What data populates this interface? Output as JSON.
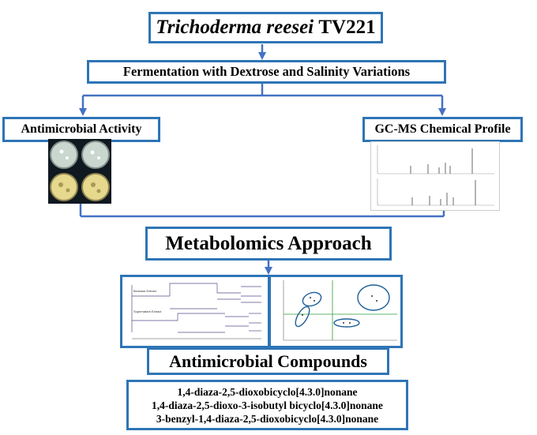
{
  "flow": {
    "title": {
      "species": "Trichoderma reesei",
      "strain": "TV221"
    },
    "fermentation": "Fermentation with Dextrose and Salinity Variations",
    "antimicrobial_activity": "Antimicrobial Activity",
    "gcms": "GC-MS Chemical Profile",
    "metabolomics": "Metabolomics Approach",
    "compounds_title": "Antimicrobial Compounds",
    "compounds": [
      "1,4-diaza-2,5-dioxobicyclo[4.3.0]nonane",
      "1,4-diaza-2,5-dioxo-3-isobutyl bicyclo[4.3.0]nonane",
      "3-benzyl-1,4-diaza-2,5-dioxobicyclo[4.3.0]nonane"
    ]
  },
  "dendrogram": {
    "group_top": "Biomass Extract",
    "group_bottom": "Supernatant Extract"
  },
  "colors": {
    "accent": "#2e75b6",
    "arrow": "#4472c4"
  }
}
